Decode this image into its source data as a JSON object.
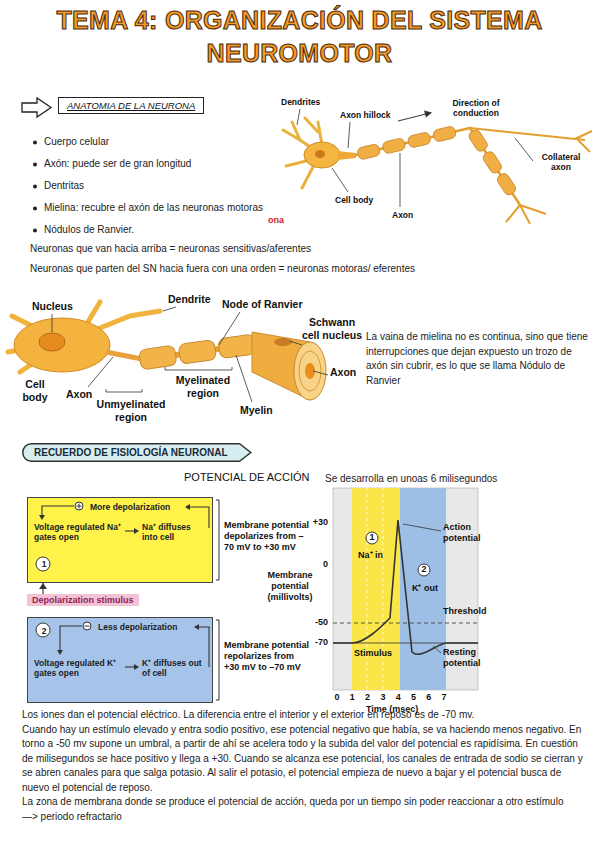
{
  "diagram": {
    "title": "TEMA 4: ORGANIZACIÓN DEL SISTEMA NEUROMOTOR",
    "nodes": [
      {
        "text": [
          "ANATOMIA DE LA NEURONA"
        ]
      },
      {
        "text": [
          "RECUERDO DE FISIOLOGÍA NEURONAL"
        ]
      },
      {
        "text": [
          "More depolarization",
          "Voltage regulated Na⁺ gates open",
          "Na⁺ diffuses into cell",
          "1"
        ]
      },
      {
        "text": [
          "Depolarization stimulus"
        ]
      },
      {
        "text": [
          "Less depolarization",
          "Voltage regulated K⁺ gates open",
          "K⁺ diffuses out of cell",
          "2"
        ]
      }
    ],
    "edges": [
      {
        "from": 3,
        "to": 2,
        "arrow": "to"
      }
    ],
    "labels": [
      "Cuerpo celular",
      "Axón: puede ser de gran longitud",
      "Dentritas",
      "Mielina: recubre el axón de las neuronas motoras",
      "Nódulos de Ranvier.",
      "Neuronas que van hacia arriba = neuronas sensitivas/aferentes",
      "Neuronas que parten del SN hacia fuera con una orden = neuronas motoras/ eferentes",
      "Dendrites",
      "Axon hillock",
      "Direction of conduction",
      "Collateral axon",
      "Cell body",
      "Axon",
      "ona",
      "Nucleus",
      "Dendrite",
      "Node of Ranvier",
      "Schwann cell nucleus",
      "Axon",
      "Cell body",
      "Axon",
      "Myelinated region",
      "Unmyelinated region",
      "Myelin",
      "La vaina de mielina no es continua, sino que tiene interrupciones que dejan expuesto un trozo de axón sin cubrir, es lo que se llama Nódulo de Ranvier",
      "POTENCIAL DE ACCIÓN",
      "Se desarrolla en unoas 6 milisegundos",
      "Membrane potential depolarizes from –70 mV to +30 mV",
      "Membrane potential repolarizes from +30 mV to –70 mV",
      "+30",
      "0",
      "-50",
      "-70",
      "Membrane potential (millivolts)",
      "1",
      "Na⁺ in",
      "2",
      "K⁺ out",
      "Action potential",
      "Threshold",
      "Resting potential",
      "Stimulus",
      "0",
      "1",
      "2",
      "3",
      "4",
      "5",
      "6",
      "7",
      "Time (msec)",
      "Los iones dan el potencial eléctrico. La diferencia entre el interior y el exterior en reposo es de -70 mv.",
      "Cuando hay un estímulo elevado y entra sodio positivo, ese potencial negativo que había, se va haciendo menos negativo. En torno a -50 mv supone un umbral, a partir de ahí se acelera todo y la subida del valor del potencial es rapidísima. En cuestión de milisegundos se hace positivo y llega a +30. Cuando se alcanza ese potencial, los canales de entrada de sodio se cierran y se abren canales para que salga potasio. Al salir el potasio, el potencial empieza de nuevo a bajar y el potencial busca de nuevo el potencial de reposo.",
      "La zona de membrana donde se produce el potencial de acción, queda por un tiempo sin poder reaccionar a otro estímulo",
      "—> periodo refractario"
    ]
  }
}
